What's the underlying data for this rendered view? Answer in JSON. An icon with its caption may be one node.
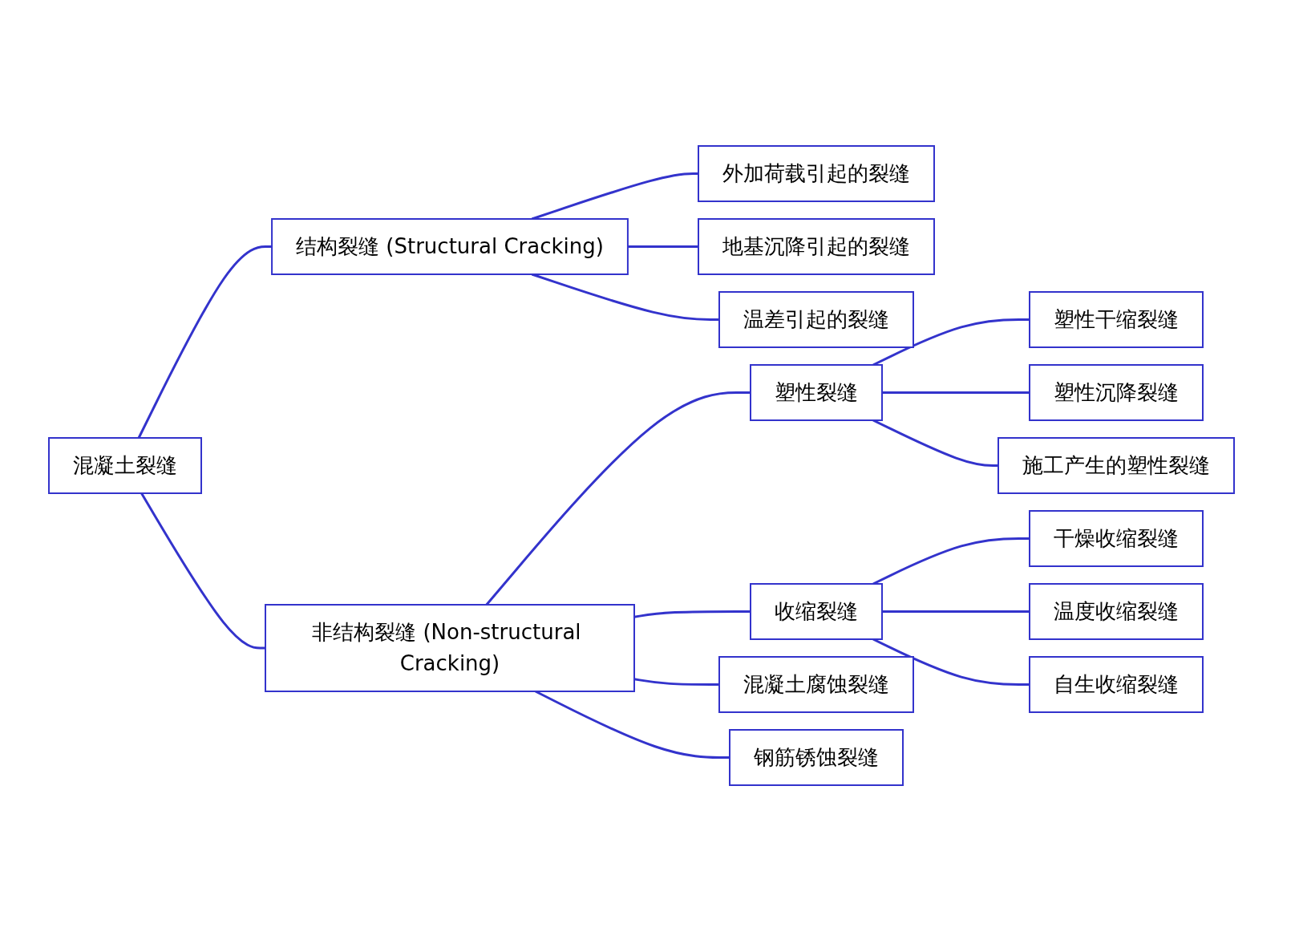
{
  "diagram": {
    "nodes": [
      {
        "text": [
          "混凝土裂缝"
        ]
      },
      {
        "text": [
          "结构裂缝 (Structural Cracking)"
        ]
      },
      {
        "text": [
          "外加荷载引起的裂缝"
        ]
      },
      {
        "text": [
          "地基沉降引起的裂缝"
        ]
      },
      {
        "text": [
          "温差引起的裂缝"
        ]
      },
      {
        "text": [
          "非结构裂缝 (Non-structural Cracking)"
        ]
      },
      {
        "text": [
          "塑性裂缝"
        ]
      },
      {
        "text": [
          "塑性干缩裂缝"
        ]
      },
      {
        "text": [
          "塑性沉降裂缝"
        ]
      },
      {
        "text": [
          "施工产生的塑性裂缝"
        ]
      },
      {
        "text": [
          "收缩裂缝"
        ]
      },
      {
        "text": [
          "干燥收缩裂缝"
        ]
      },
      {
        "text": [
          "温度收缩裂缝"
        ]
      },
      {
        "text": [
          "自生收缩裂缝"
        ]
      },
      {
        "text": [
          "混凝土腐蚀裂缝"
        ]
      },
      {
        "text": [
          "钢筋锈蚀裂缝"
        ]
      }
    ],
    "edges": [
      {
        "from": 0,
        "to": 1,
        "arrow": "none"
      },
      {
        "from": 0,
        "to": 5,
        "arrow": "none"
      },
      {
        "from": 1,
        "to": 2,
        "arrow": "none"
      },
      {
        "from": 1,
        "to": 3,
        "arrow": "none"
      },
      {
        "from": 1,
        "to": 4,
        "arrow": "none"
      },
      {
        "from": 5,
        "to": 6,
        "arrow": "none"
      },
      {
        "from": 5,
        "to": 10,
        "arrow": "none"
      },
      {
        "from": 5,
        "to": 14,
        "arrow": "none"
      },
      {
        "from": 5,
        "to": 15,
        "arrow": "none"
      },
      {
        "from": 6,
        "to": 7,
        "arrow": "none"
      },
      {
        "from": 6,
        "to": 8,
        "arrow": "none"
      },
      {
        "from": 6,
        "to": 9,
        "arrow": "none"
      },
      {
        "from": 10,
        "to": 11,
        "arrow": "none"
      },
      {
        "from": 10,
        "to": 12,
        "arrow": "none"
      },
      {
        "from": 10,
        "to": 13,
        "arrow": "none"
      }
    ]
  }
}
